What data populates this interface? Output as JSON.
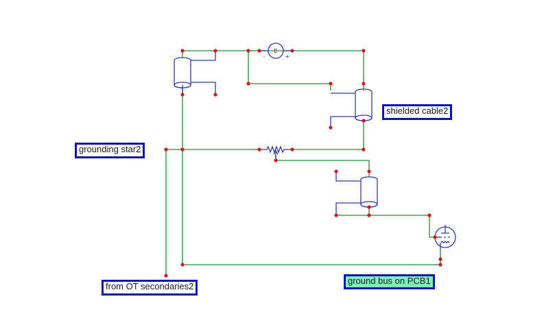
{
  "labels": {
    "shielded_cable": "shielded cable2",
    "grounding_star": "grounding star2",
    "from_ot": "from OT secondaries2",
    "ground_bus": "ground bus on PCB1"
  },
  "source": {
    "symbol": "E",
    "minus": "-",
    "plus": "+"
  },
  "colors": {
    "wire": "#2f8a2f",
    "component": "#2b3aa8",
    "node": "#cc1a1a",
    "label_border": "#0a14b4",
    "highlight": "#7ff0b8"
  }
}
